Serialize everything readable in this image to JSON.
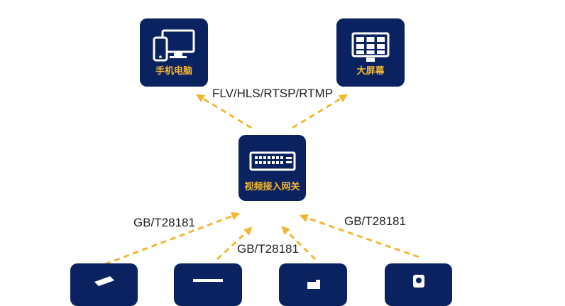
{
  "nodes": {
    "pc": {
      "label": "手机电脑",
      "icon": "phone-monitor-icon"
    },
    "screen": {
      "label": "大屏幕",
      "icon": "video-wall-icon"
    },
    "gateway": {
      "label": "视频接入网关",
      "icon": "rack-device-icon"
    },
    "bottom": [
      {
        "icon": "camera-icon"
      },
      {
        "icon": "recorder-icon"
      },
      {
        "icon": "dome-camera-icon"
      },
      {
        "icon": "device-icon"
      }
    ]
  },
  "edges": {
    "output_protocol": "FLV/HLS/RTSP/RTMP",
    "input_left": "GB/T28181",
    "input_middle": "GB/T28181",
    "input_right": "GB/T28181"
  },
  "colors": {
    "tile": "#0b2260",
    "accent": "#f5b82e",
    "arrow": "#f2b733"
  }
}
